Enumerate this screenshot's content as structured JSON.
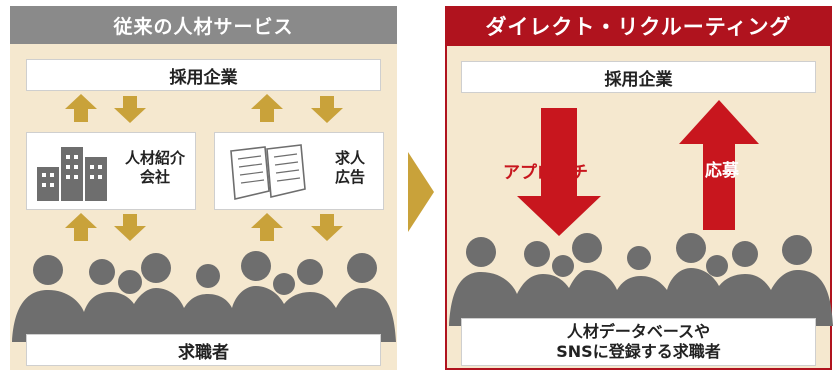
{
  "left": {
    "title": "従来の人材サービス",
    "top_box": "採用企業",
    "agency_line1": "人材紹介",
    "agency_line2": "会社",
    "ad_line1": "求人",
    "ad_line2": "広告",
    "bottom_box": "求職者"
  },
  "right": {
    "title": "ダイレクト・リクルーティング",
    "top_box": "採用企業",
    "approach_label": "アプローチ",
    "apply_label": "応募",
    "bottom_line1": "人材データベースや",
    "bottom_line2": "SNSに登録する求職者"
  },
  "colors": {
    "panel_bg": "#f5e8cf",
    "left_header": "#8a8a8a",
    "right_header": "#b0131e",
    "gold_arrow": "#c9a23a",
    "red_arrow": "#c8161e",
    "silhouette": "#6e6e6e"
  }
}
